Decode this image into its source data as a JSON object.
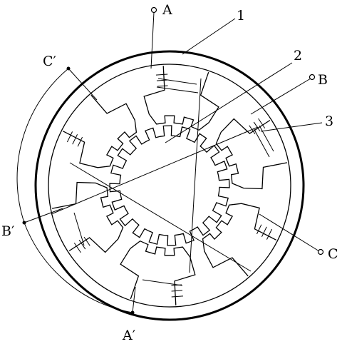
{
  "labels": {
    "terminal_a": "A",
    "terminal_b": "B",
    "terminal_c": "C",
    "terminal_a_prime": "A′",
    "terminal_b_prime": "B′",
    "terminal_c_prime": "C′",
    "part_1": "1",
    "part_2": "2",
    "part_3": "3"
  },
  "figure": {
    "stator_poles": 6,
    "stator_teeth_per_pole": 3,
    "rotor_teeth": 20
  },
  "colors": {
    "line": "#000000",
    "background": "#ffffff"
  }
}
